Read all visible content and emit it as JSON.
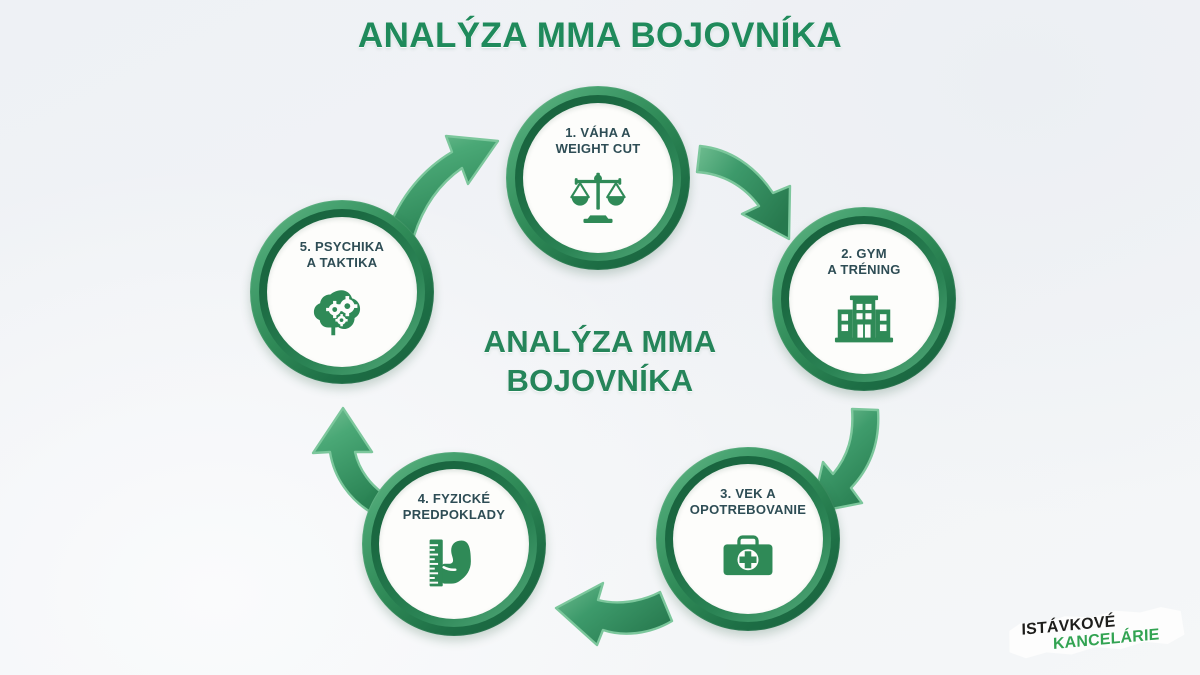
{
  "page": {
    "title": "ANALÝZA MMA BOJOVNÍKA",
    "center_label_line1": "ANALÝZA MMA",
    "center_label_line2": "BOJOVNÍKA",
    "background_color": "#eef1f4",
    "accent_green": "#1f8a5b",
    "label_text_color": "#2e4d55"
  },
  "cycle": {
    "nodes": [
      {
        "number": "1.",
        "label": "1. VÁHA A\nWEIGHT CUT",
        "icon": "balance-scale-icon"
      },
      {
        "number": "2.",
        "label": "2. GYM\nA TRÉNING",
        "icon": "gym-building-icon"
      },
      {
        "number": "3.",
        "label": "3. VEK A\nOPOTREBOVANIE",
        "icon": "first-aid-kit-icon"
      },
      {
        "number": "4.",
        "label": "4. FYZICKÉ\nPREDPOKLADY",
        "icon": "ruler-bicep-icon"
      },
      {
        "number": "5.",
        "label": "5. PSYCHIKA\nA TAKTIKA",
        "icon": "brain-gears-icon"
      }
    ],
    "arrows": [
      {
        "from": "5",
        "to": "1",
        "direction": "up-right"
      },
      {
        "from": "1",
        "to": "2",
        "direction": "down-right"
      },
      {
        "from": "2",
        "to": "3",
        "direction": "down-left"
      },
      {
        "from": "3",
        "to": "4",
        "direction": "left"
      },
      {
        "from": "4",
        "to": "5",
        "direction": "up"
      }
    ]
  },
  "logo": {
    "line1": "ISTÁVKOVÉ",
    "line2": "KANCELÁRIE",
    "line1_color": "#1d1d1b",
    "line2_color": "#32a352"
  }
}
